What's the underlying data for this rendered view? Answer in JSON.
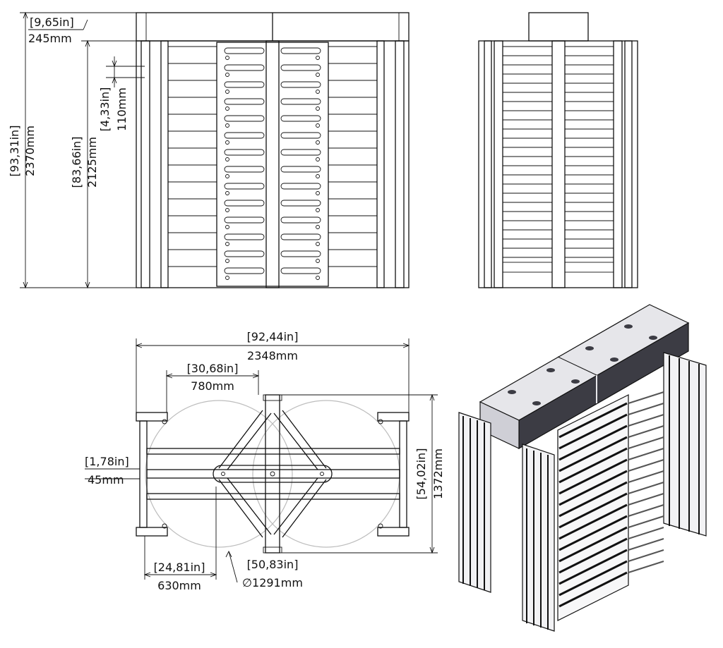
{
  "dimensions": {
    "front_height_total": {
      "in": "[93,31in]",
      "mm": "2370mm"
    },
    "front_top_box": {
      "in": "[9,65in]",
      "mm": "245mm"
    },
    "front_frame_height": {
      "in": "[83,66in]",
      "mm": "2125mm"
    },
    "front_bar_spacing": {
      "in": "[4,33in]",
      "mm": "110mm"
    },
    "plan_total_width": {
      "in": "[92,44in]",
      "mm": "2348mm"
    },
    "plan_arm_length": {
      "in": "[30,68in]",
      "mm": "780mm"
    },
    "plan_depth": {
      "in": "[54,02in]",
      "mm": "1372mm"
    },
    "plan_post_offset": {
      "in": "[1,78in]",
      "mm": "45mm"
    },
    "plan_side_width": {
      "in": "[24,81in]",
      "mm": "630mm"
    },
    "plan_rotor_diameter": {
      "in": "[50,83in]",
      "mm": "∅1291mm"
    }
  },
  "views": [
    "front-elevation",
    "side-elevation",
    "plan-view",
    "isometric-view"
  ],
  "colors": {
    "line": "#111111",
    "circle": "#bdbdbd",
    "iso_light": "#e6e6ea",
    "iso_dark": "#3c3c44"
  }
}
